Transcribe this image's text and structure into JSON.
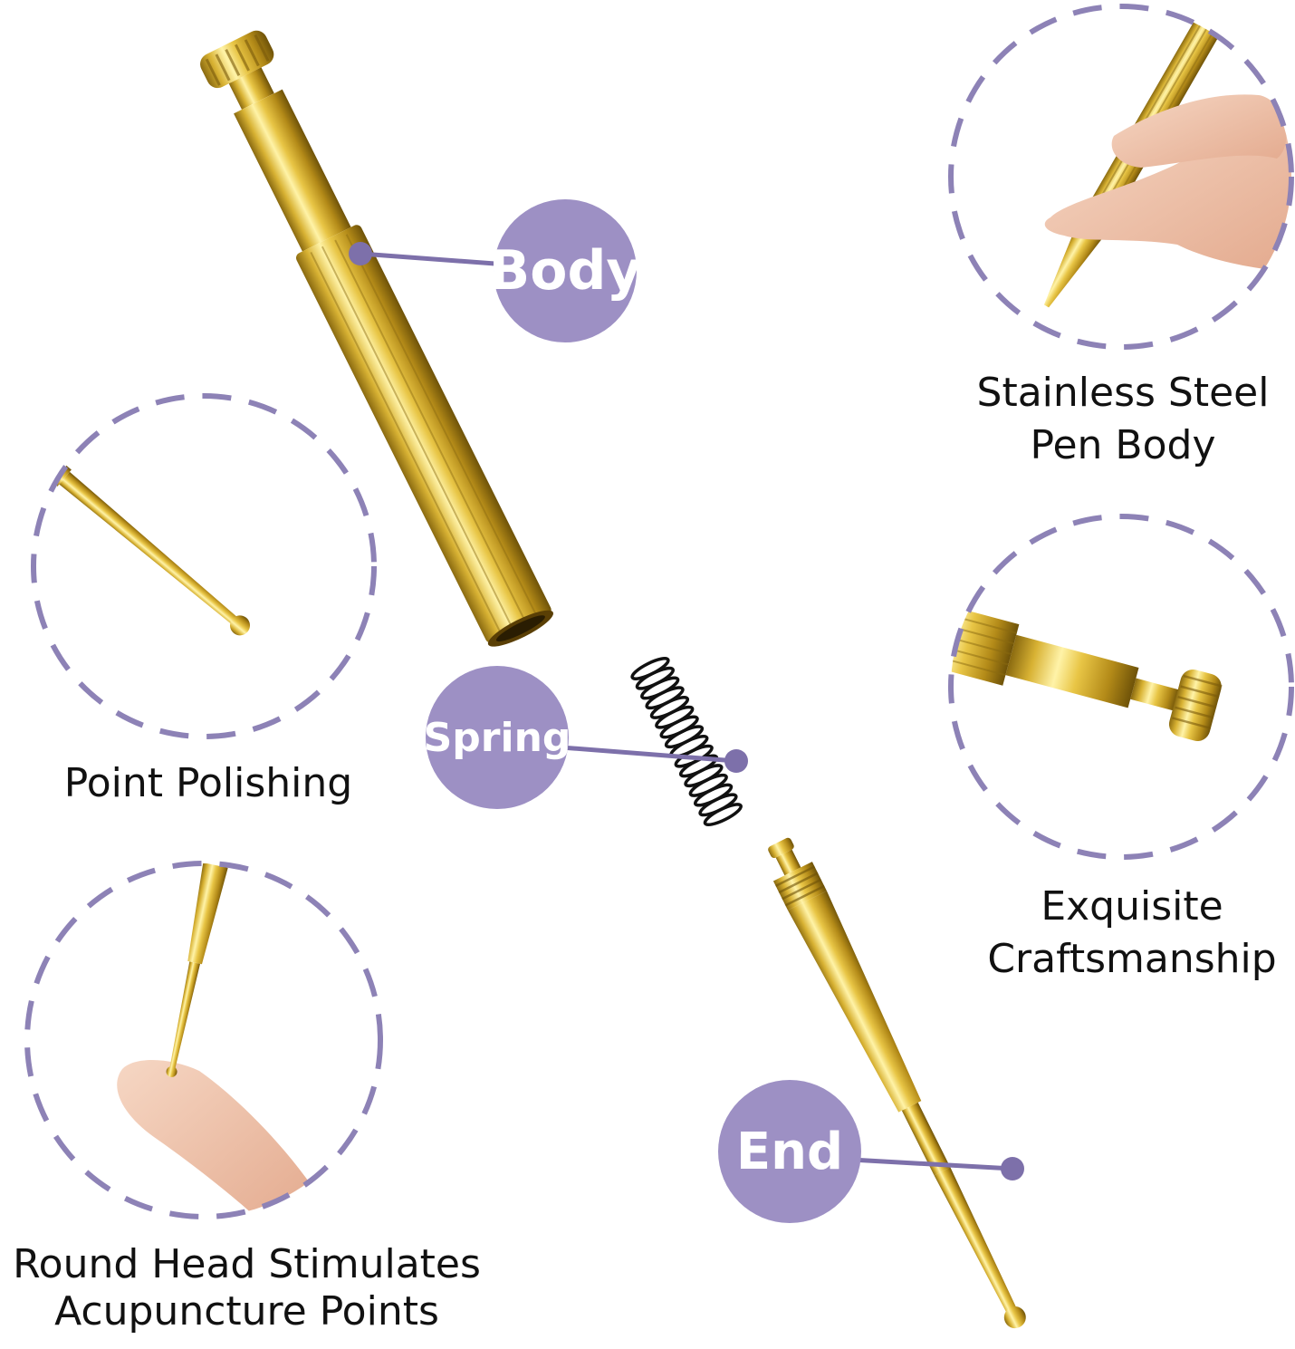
{
  "colors": {
    "accent_purple": "#9d90c4",
    "gold": "#d4ad2a",
    "dash": "#8d82b6",
    "caption_text": "#111111",
    "badge_text": "#ffffff"
  },
  "badges": {
    "body": "Body",
    "spring": "Spring",
    "end": "End"
  },
  "features": {
    "stainless": {
      "line1": "Stainless Steel",
      "line2": "Pen Body"
    },
    "polishing": {
      "line1": "Point Polishing"
    },
    "craft": {
      "line1": "Exquisite",
      "line2": "Craftsmanship"
    },
    "roundhead": {
      "line1": "Round Head Stimulates",
      "line2": "Acupuncture Points"
    }
  },
  "icons": [
    "pen-body-image",
    "spring-coil-image",
    "tip-image",
    "finger-image",
    "hand-image",
    "dashed-circle-frame"
  ]
}
